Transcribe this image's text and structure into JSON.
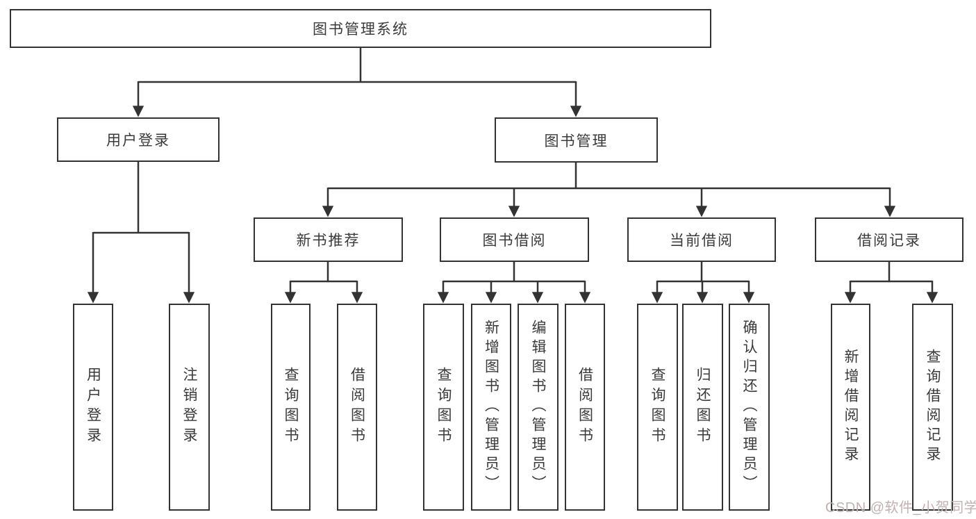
{
  "tree": {
    "title": "图书管理系统",
    "branches": [
      {
        "label": "用户登录",
        "children": [
          {
            "label": "用户登录"
          },
          {
            "label": "注销登录"
          }
        ]
      },
      {
        "label": "图书管理",
        "groups": [
          {
            "label": "新书推荐",
            "children": [
              {
                "label": "查询图书"
              },
              {
                "label": "借阅图书"
              }
            ]
          },
          {
            "label": "图书借阅",
            "children": [
              {
                "label": "查询图书"
              },
              {
                "label": "新增图书（管理员）"
              },
              {
                "label": "编辑图书（管理员）"
              },
              {
                "label": "借阅图书"
              }
            ]
          },
          {
            "label": "当前借阅",
            "children": [
              {
                "label": "查询图书"
              },
              {
                "label": "归还图书"
              },
              {
                "label": "确认归还（管理员）"
              }
            ]
          },
          {
            "label": "借阅记录",
            "children": [
              {
                "label": "新增借阅记录"
              },
              {
                "label": "查询借阅记录"
              }
            ]
          }
        ]
      }
    ]
  },
  "watermark": {
    "text": "CSDN @软件_小贺同学"
  },
  "colors": {
    "line": "#333333",
    "text": "#3a3a3a",
    "watermark": "#c4b0b0",
    "background": "#ffffff"
  }
}
